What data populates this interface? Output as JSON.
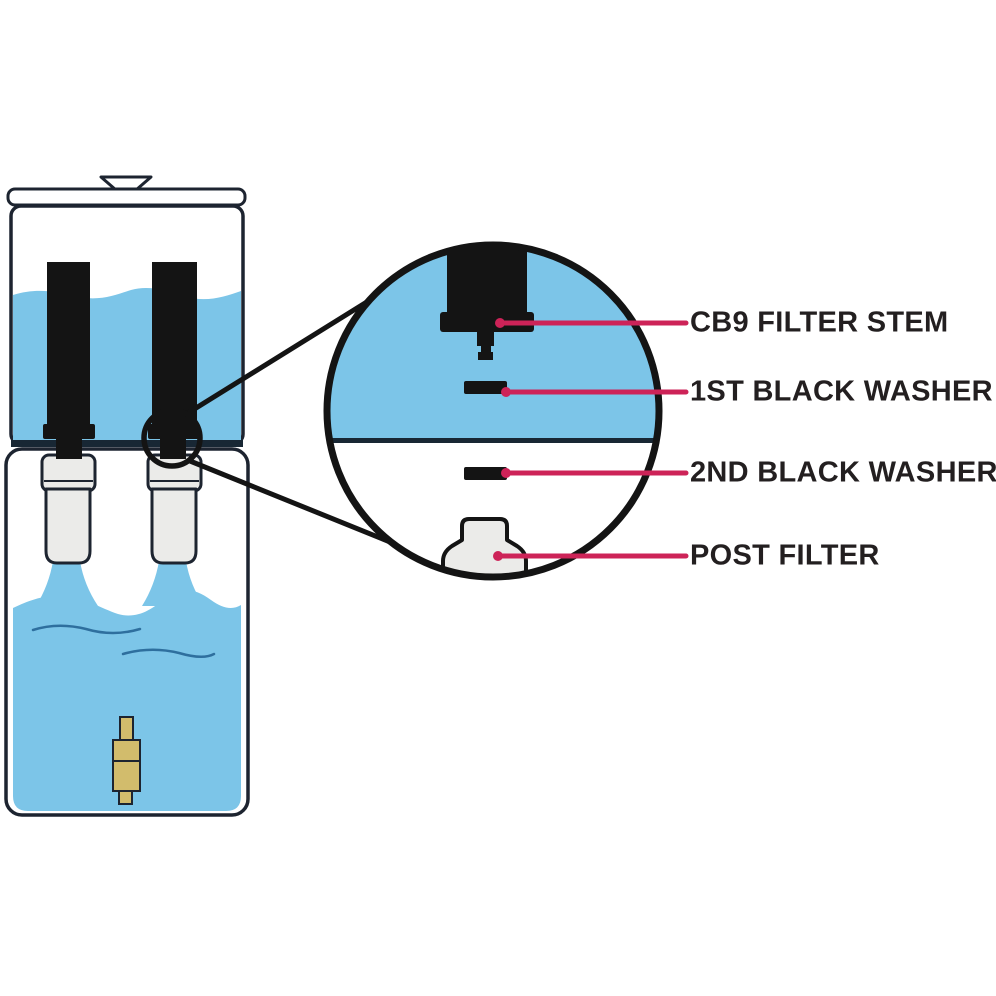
{
  "figure": {
    "type": "annotated-diagram",
    "subject": "Gravity water filter dispenser cutaway with magnified callout of the filter stem assembly"
  },
  "callout_labels": [
    {
      "text": "CB9 FILTER STEM"
    },
    {
      "text": "1ST BLACK WASHER"
    },
    {
      "text": "2ND BLACK WASHER"
    },
    {
      "text": "POST FILTER"
    }
  ],
  "parts_shown": [
    "lid-knob",
    "lid",
    "upper-chamber",
    "upper-chamber-water",
    "black-filter-left",
    "black-filter-right",
    "chamber-floor",
    "post-filter-left",
    "post-filter-right",
    "water-stream-left",
    "water-stream-right",
    "lower-chamber",
    "collected-water",
    "spigot",
    "callout-source-circle",
    "magnifier-circle",
    "cb9-filter-stem",
    "first-black-washer",
    "second-black-washer",
    "post-filter"
  ],
  "colors": {
    "water-blue": "#7cc5e8",
    "outline-dark": "#1d2430",
    "ink-black": "#141414",
    "divider-navy": "#182734",
    "accent-pink": "#cd2358",
    "label-ink": "#231f20",
    "filter-white": "#ebebe9",
    "spigot-tan": "#d2bc6c",
    "wave-line-blue": "#2e6f9e",
    "background": "#ffffff"
  }
}
